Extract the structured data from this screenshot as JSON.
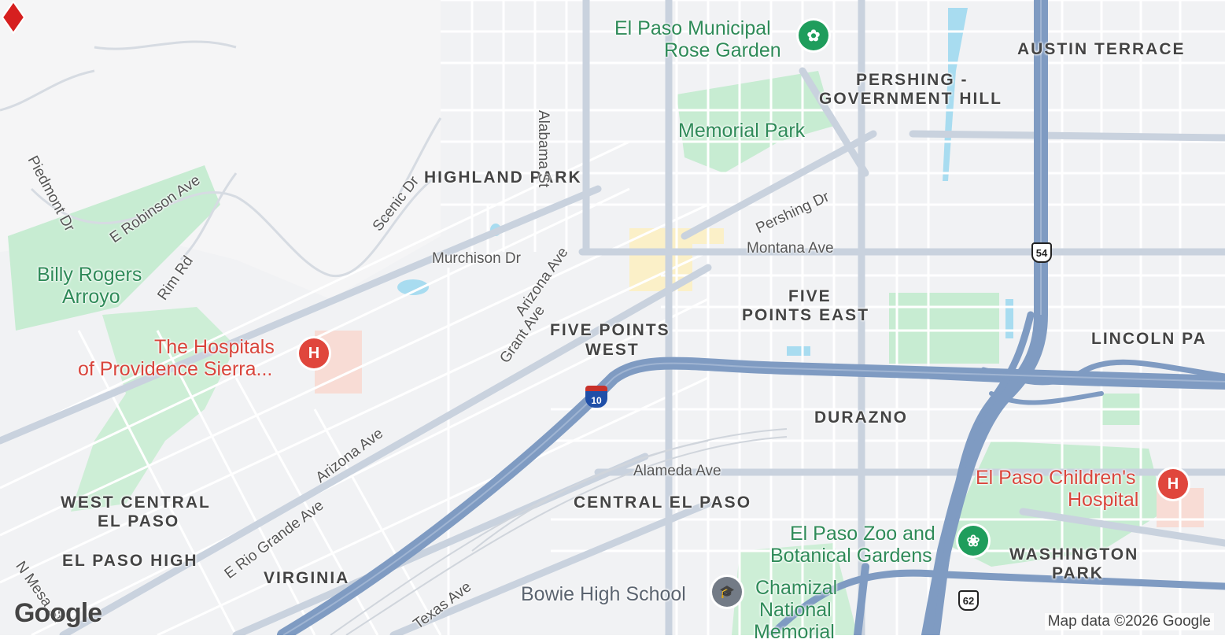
{
  "neighborhoods": {
    "austin_terrace": "AUSTIN TERRACE",
    "pershing_1": "PERSHING -",
    "pershing_2": "GOVERNMENT HILL",
    "highland_park": "HIGHLAND PARK",
    "five_points_west_1": "FIVE POINTS",
    "five_points_west_2": "WEST",
    "five_points_east_1": "FIVE",
    "five_points_east_2": "POINTS EAST",
    "lincoln_park": "LINCOLN PA",
    "durazno": "DURAZNO",
    "central_el_paso": "CENTRAL EL PASO",
    "west_central_1": "WEST CENTRAL",
    "west_central_2": "EL PASO",
    "el_paso_high": "EL PASO HIGH",
    "virginia": "VIRGINIA",
    "washington_park_1": "WASHINGTON",
    "washington_park_2": "PARK"
  },
  "streets": {
    "alabama": "Alabama St",
    "piedmont": "Piedmont Dr",
    "e_robinson": "E Robinson Ave",
    "scenic": "Scenic Dr",
    "rim": "Rim Rd",
    "murchison": "Murchison Dr",
    "arizona_n": "Arizona Ave",
    "grant": "Grant Ave",
    "pershing": "Pershing Dr",
    "montana": "Montana Ave",
    "arizona_s": "Arizona Ave",
    "e_rio_grande": "E Rio Grande Ave",
    "alameda": "Alameda Ave",
    "texas": "Texas Ave",
    "n_mesa": "N Mesa St"
  },
  "pois": {
    "rose_garden_1": "El Paso Municipal",
    "rose_garden_2": "Rose Garden",
    "memorial_park": "Memorial Park",
    "billy_rogers_1": "Billy Rogers",
    "billy_rogers_2": "Arroyo",
    "hospitals_providence_1": "The Hospitals",
    "hospitals_providence_2": "of Providence Sierra...",
    "childrens_hospital_1": "El Paso Children's",
    "childrens_hospital_2": "Hospital",
    "zoo_1": "El Paso Zoo and",
    "zoo_2": "Botanical Gardens",
    "bowie": "Bowie High School",
    "chamizal_1": "Chamizal",
    "chamizal_2": "National",
    "chamizal_3": "Memorial"
  },
  "shields": {
    "us54": "54",
    "us62": "62",
    "i10": "10"
  },
  "icons": {
    "hospital_glyph": "H",
    "park_glyph": "✿",
    "zoo_glyph": "❀",
    "school_glyph": "🎓"
  },
  "branding": {
    "logo": "Google",
    "attribution": "Map data ©2026 Google"
  },
  "colors": {
    "land": "#f1f2f4",
    "park": "#c7ecd2",
    "water": "#a8dcf0",
    "highway": "#7f9bc2",
    "major_road": "#c9d2de",
    "pin": "#d61f1f"
  }
}
